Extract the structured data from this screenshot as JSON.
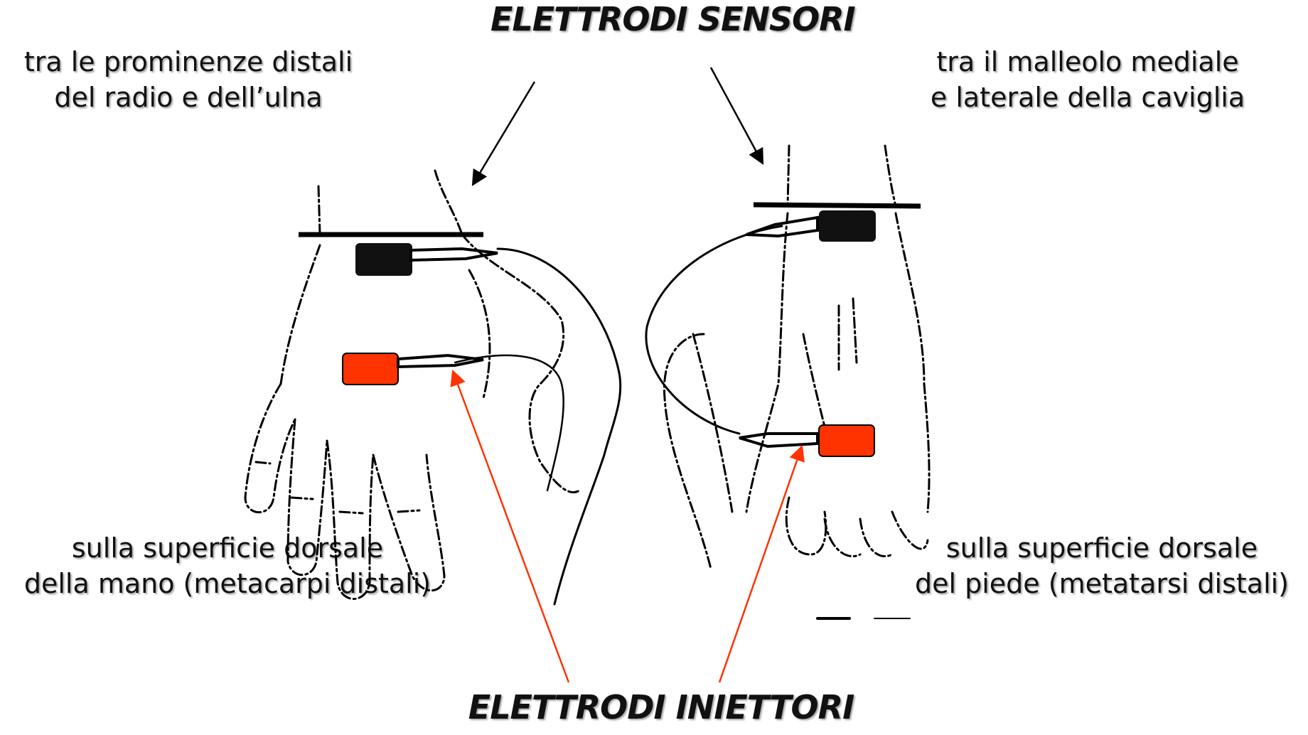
{
  "title_top": "ELETTRODI SENSORI",
  "title_bottom": "ELETTRODI INIETTORI",
  "labels": {
    "top_left": [
      "tra le prominenze distali",
      "del radio e dell’ulna"
    ],
    "top_right": [
      "tra il malleolo mediale",
      "e laterale della caviglia"
    ],
    "bottom_left": [
      "sulla superficie dorsale",
      "della mano (metacarpi distali)"
    ],
    "bottom_right": [
      "sulla superficie dorsale",
      "del piede (metatarsi distali)"
    ]
  },
  "colors": {
    "sensor_electrode": "#111111",
    "injector_electrode": "#ff3300",
    "injector_arrow": "#ff3300",
    "sensor_arrow": "#000000",
    "line_art": "#000000"
  }
}
